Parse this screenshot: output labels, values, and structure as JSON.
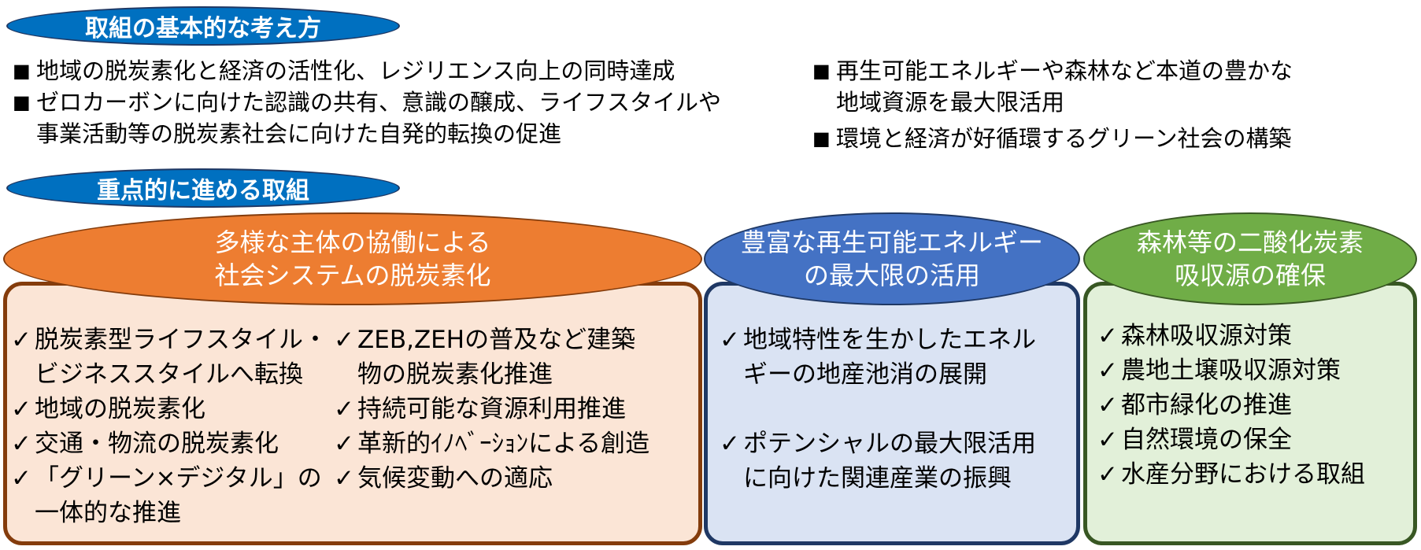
{
  "section_basic": {
    "title": "取組の基本的な考え方",
    "bullet": "■",
    "left": [
      {
        "lines": [
          "地域の脱炭素化と経済の活性化、レジリエンス向上の同時達成"
        ]
      },
      {
        "lines": [
          "ゼロカーボンに向けた認識の共有、意識の醸成、ライフスタイルや",
          "事業活動等の脱炭素社会に向けた自発的転換の促進"
        ]
      }
    ],
    "right": [
      {
        "lines": [
          "再生可能エネルギーや森林など本道の豊かな",
          "地域資源を最大限活用"
        ]
      },
      {
        "lines": [
          "環境と経済が好循環するグリーン社会の構築"
        ]
      }
    ]
  },
  "section_focus": {
    "title": "重点的に進める取組",
    "check": "✓",
    "columns": [
      {
        "heading": [
          "多様な主体の協働による",
          "社会システムの脱炭素化"
        ],
        "color": "#ed7d31",
        "items_a": [
          {
            "lines": [
              "脱炭素型ライフスタイル・",
              "ビジネススタイルへ転換"
            ]
          },
          {
            "lines": [
              "地域の脱炭素化"
            ]
          },
          {
            "lines": [
              "交通・物流の脱炭素化"
            ]
          },
          {
            "lines": [
              "「グリーン×デジタル」の",
              "一体的な推進"
            ]
          }
        ],
        "items_b": [
          {
            "lines": [
              "ZEB,ZEHの普及など建築",
              "物の脱炭素化推進"
            ]
          },
          {
            "lines": [
              "持続可能な資源利用推進"
            ]
          },
          {
            "lines": [
              "革新的ｲﾉﾍﾞｰｼｮﾝによる創造"
            ]
          },
          {
            "lines": [
              "気候変動への適応"
            ]
          }
        ]
      },
      {
        "heading": [
          "豊富な再生可能エネルギー",
          "の最大限の活用"
        ],
        "color": "#4472c4",
        "items": [
          {
            "lines": [
              "地域特性を生かしたエネル",
              "ギーの地産池消の展開"
            ]
          },
          {
            "lines": [
              "ポテンシャルの最大限活用",
              "に向けた関連産業の振興"
            ]
          }
        ]
      },
      {
        "heading": [
          "森林等の二酸化炭素",
          "吸収源の確保"
        ],
        "color": "#70ad47",
        "items": [
          {
            "lines": [
              "森林吸収源対策"
            ]
          },
          {
            "lines": [
              "農地土壌吸収源対策"
            ]
          },
          {
            "lines": [
              "都市緑化の推進"
            ]
          },
          {
            "lines": [
              "自然環境の保全"
            ]
          },
          {
            "lines": [
              "水産分野における取組"
            ]
          }
        ]
      }
    ]
  }
}
